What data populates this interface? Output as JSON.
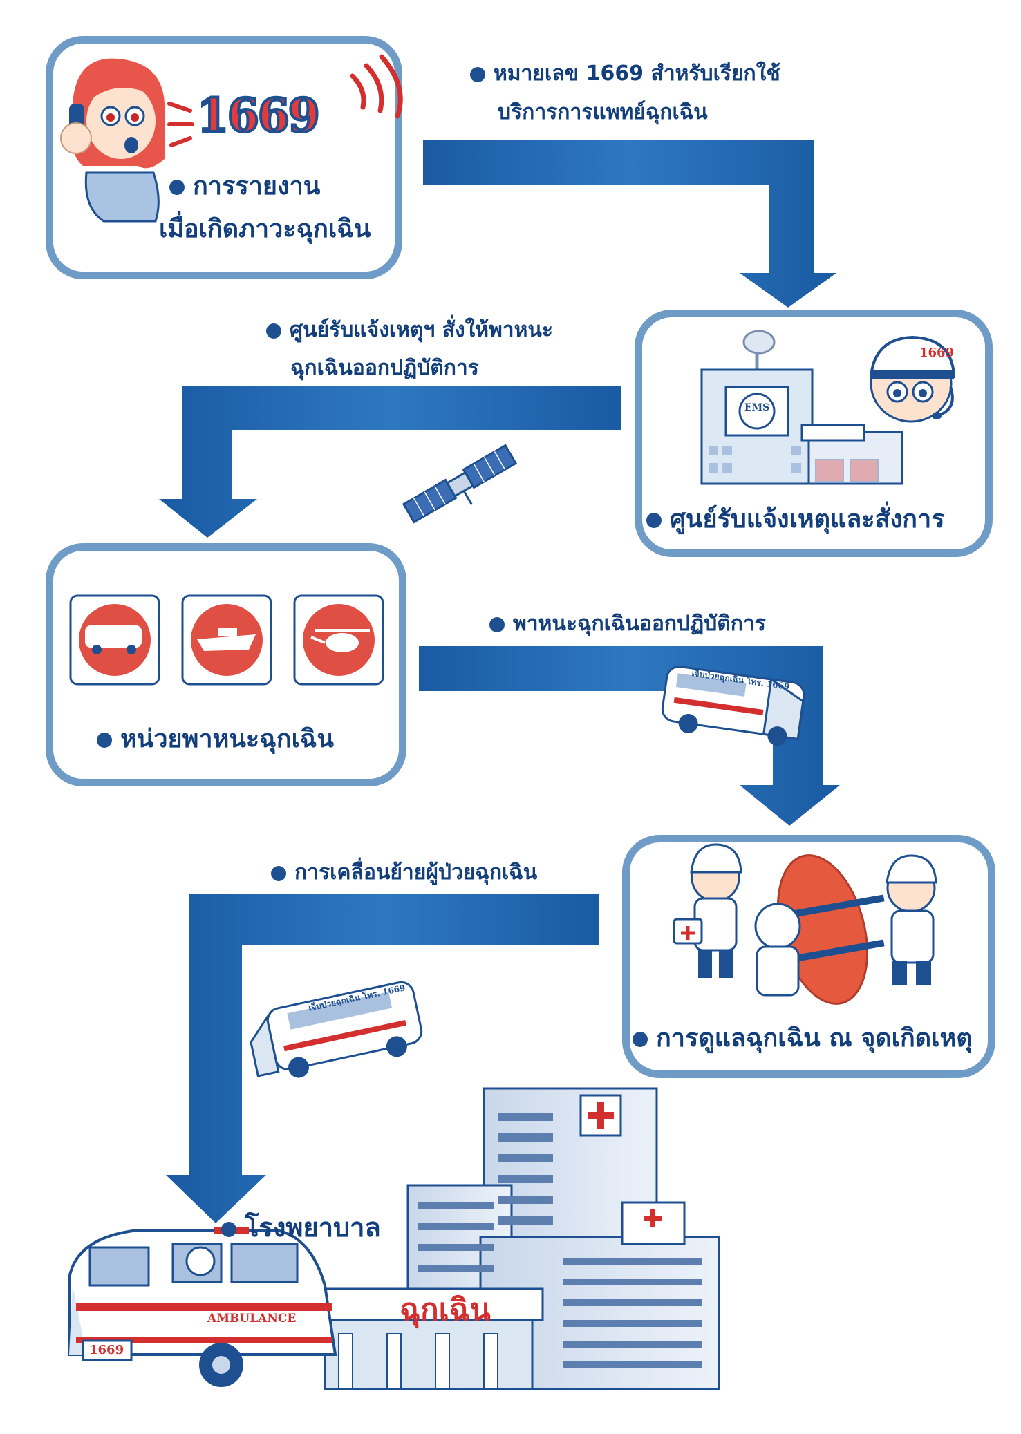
{
  "steps": [
    {
      "card_label_1": "การรายงาน",
      "card_label_2": "เมื่อเกิดภาวะฉุกเฉิน",
      "arrow_text_1": "หมายเลข 1669 สำหรับเรียกใช้",
      "arrow_text_2": "บริการการแพทย์ฉุกเฉิน"
    },
    {
      "card_label": "ศูนย์รับแจ้งเหตุและสั่งการ",
      "arrow_text_1": "ศูนย์รับแจ้งเหตุฯ สั่งให้พาหนะ",
      "arrow_text_2": "ฉุกเฉินออกปฏิบัติการ"
    },
    {
      "card_label": "หน่วยพาหนะฉุกเฉิน",
      "arrow_text": "พาหนะฉุกเฉินออกปฏิบัติการ"
    },
    {
      "card_label": "การดูแลฉุกเฉิน ณ จุดเกิดเหตุ",
      "arrow_text": "การเคลื่อนย้ายผู้ป่วยฉุกเฉิน"
    },
    {
      "card_label": "โรงพยาบาล"
    }
  ],
  "hotline_number": "1669",
  "helmet_number": "1669",
  "ambulance_side_text": "เจ็บป่วยฉุกเฉิน โทร. 1669",
  "ambulance_label": "AMBULANCE",
  "ambulance_plate": "1669",
  "er_sign": "ฉุกเฉิน",
  "center_sign": "EMS",
  "colors": {
    "arrow": "#1d5fa6",
    "card_border": "#6f9bc7",
    "text": "#123e7c",
    "red": "#e23b3b"
  }
}
